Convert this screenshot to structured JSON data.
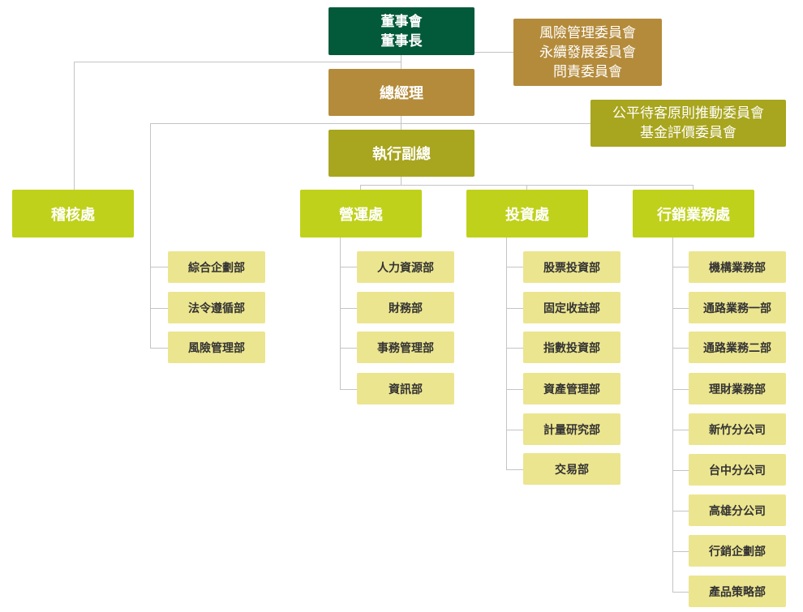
{
  "board": {
    "lines": [
      "董事會",
      "董事長"
    ]
  },
  "committees_board": {
    "lines": [
      "風險管理委員會",
      "永續發展委員會",
      "問責委員會"
    ]
  },
  "general_manager": "總經理",
  "committees_gm": {
    "lines": [
      "公平待客原則推動委員會",
      "基金評價委員會"
    ]
  },
  "executive_vp": "執行副總",
  "audit": "稽核處",
  "staff_depts": [
    "綜合企劃部",
    "法令遵循部",
    "風險管理部"
  ],
  "divisions": [
    {
      "name": "營運處",
      "departments": [
        "人力資源部",
        "財務部",
        "事務管理部",
        "資訊部"
      ]
    },
    {
      "name": "投資處",
      "departments": [
        "股票投資部",
        "固定收益部",
        "指數投資部",
        "資產管理部",
        "計量研究部",
        "交易部"
      ]
    },
    {
      "name": "行銷業務處",
      "departments": [
        "機構業務部",
        "通路業務一部",
        "通路業務二部",
        "理財業務部",
        "新竹分公司",
        "台中分公司",
        "高雄分公司",
        "行銷企劃部",
        "產品策略部"
      ]
    }
  ],
  "colors": {
    "board": "#035a3a",
    "general_manager": "#b48b3b",
    "executive_vp": "#a8a51e",
    "division": "#bfd11a",
    "department": "#ece58f",
    "connector": "#c4c4c4"
  }
}
